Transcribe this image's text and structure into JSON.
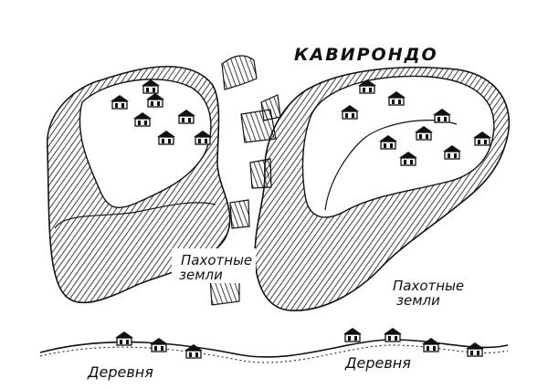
{
  "map": {
    "region_label": "КАВИРОНДО",
    "fields_left_line1": "Пахотные",
    "fields_left_line2": "земли",
    "fields_right_line1": "Пахотные",
    "fields_right_line2": "земли",
    "village_left": "Деревня",
    "village_right": "Деревня"
  },
  "colors": {
    "ink": "#111111",
    "paper": "#ffffff"
  }
}
